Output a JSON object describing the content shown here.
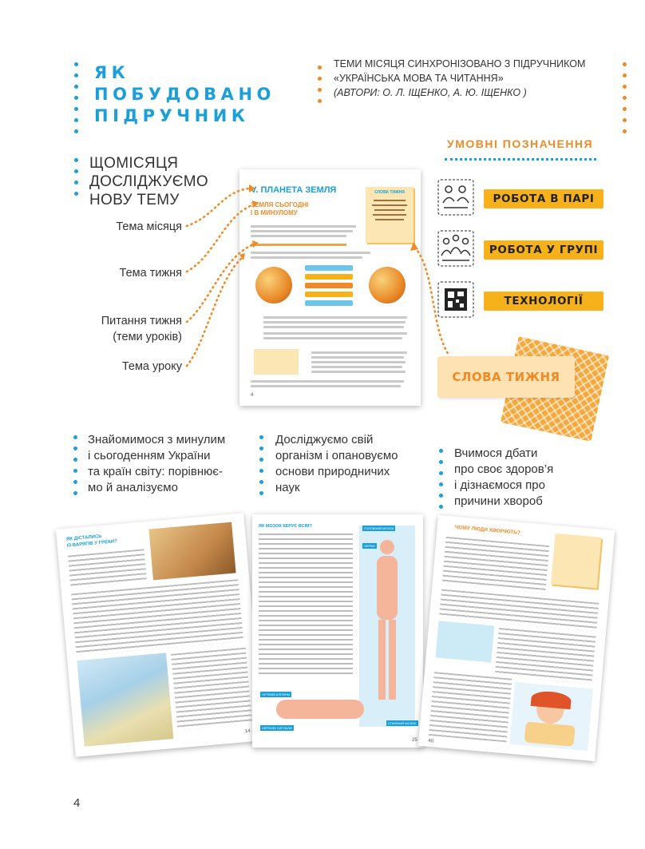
{
  "header": {
    "title_lines": [
      "ЯК",
      "ПОБУДОВАНО",
      "ПІДРУЧНИК"
    ],
    "sync_line1": "ТЕМИ МІСЯЦЯ СИНХРОНІЗОВАНО З ПІДРУЧНИКОМ",
    "sync_line2": "«УКРАЇНСЬКА МОВА ТА ЧИТАННЯ»",
    "sync_authors": "(АВТОРИ: О. Л. ІЩЕНКО, А. Ю. ІЩЕНКО )"
  },
  "intro": {
    "lines": [
      "ЩОМІСЯЦЯ",
      "ДОСЛІДЖУЄМО",
      "НОВУ ТЕМУ"
    ]
  },
  "labels": {
    "month_theme": "Тема місяця",
    "week_theme": "Тема тижня",
    "week_question_1": "Питання тижня",
    "week_question_2": "(теми уроків)",
    "lesson_theme": "Тема уроку"
  },
  "legend": {
    "heading": "УМОВНІ ПОЗНАЧЕННЯ",
    "items": [
      {
        "label": "РОБОТА В ПАРІ",
        "icon": "pair-work-icon"
      },
      {
        "label": "РОБОТА У ГРУПІ",
        "icon": "group-work-icon"
      },
      {
        "label": "ТЕХНОЛОГІЇ",
        "icon": "qr-code-icon"
      }
    ]
  },
  "week_words": "СЛОВА ТИЖНЯ",
  "textbook": {
    "unit": "V. ПЛАНЕТА ЗЕМЛЯ",
    "week_line1": "ЗЕМЛЯ СЬОГОДНІ",
    "week_line2": "І В МИНУЛОМУ",
    "note_title": "СЛОВА ТИЖНЯ",
    "page": "4"
  },
  "features": [
    {
      "lines": [
        "Знайомимося з минулим",
        "і сьогоденням України",
        "та країн світу: порівнює-",
        "мо й аналізуємо"
      ]
    },
    {
      "lines": [
        "Досліджуємо свій",
        "організм і опановуємо",
        "основи природничих",
        "наук"
      ]
    },
    {
      "lines": [
        "Вчимося дбати",
        "про своє здоров’я",
        "і дізнаємося про",
        "причини хвороб"
      ]
    }
  ],
  "sample_pages": [
    {
      "title_line1": "ЯК ДІСТАЛИСЬ",
      "title_line2": "ІЗ ВАРЯГІВ У ГРЕКИ?",
      "page": "14"
    },
    {
      "title": "ЯК МОЗОК КЕРУЄ ВСІМ?",
      "page": "25",
      "labels": [
        "ГОЛОВНИЙ МОЗОК",
        "НЕРВИ",
        "СПИННИЙ МОЗОК",
        "ЧУТЛИВІ КЛІТИНИ",
        "НЕРВОВІ СИГНАЛИ"
      ]
    },
    {
      "title": "ЧОМУ ЛЮДИ ХВОРІЮТЬ?",
      "page": "40"
    }
  ],
  "page_number": "4",
  "colors": {
    "blue": "#1aa0dc",
    "orange": "#f08a24",
    "yellow": "#f7b21b"
  }
}
